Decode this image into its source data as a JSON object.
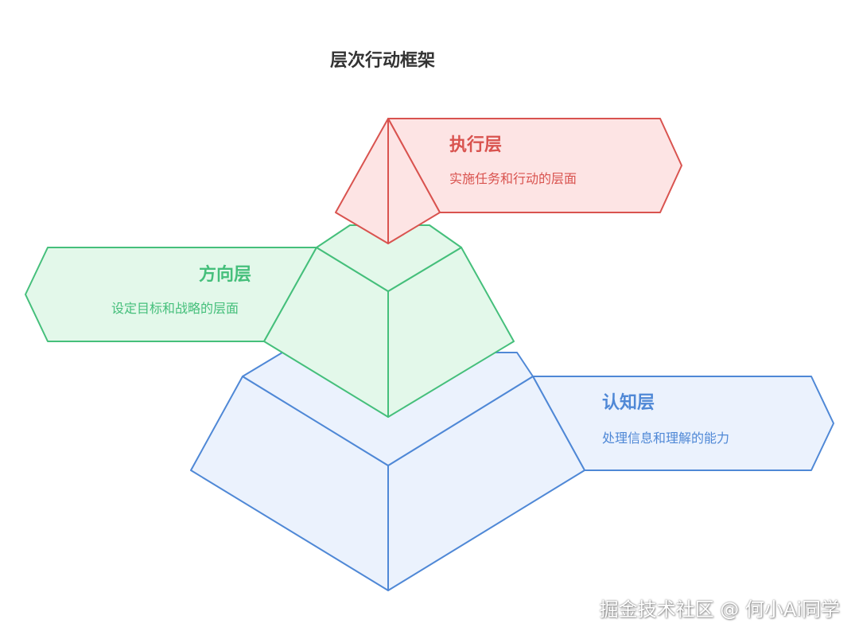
{
  "diagram": {
    "title": "层次行动框架",
    "layers": {
      "execution": {
        "title": "执行层",
        "description": "实施任务和行动的层面",
        "stroke": "#d9534f",
        "fill": "#fde4e4"
      },
      "direction": {
        "title": "方向层",
        "description": "设定目标和战略的层面",
        "stroke": "#45bf7b",
        "fill": "#e3f8ea"
      },
      "cognition": {
        "title": "认知层",
        "description": "处理信息和理解的能力",
        "stroke": "#4f88d6",
        "fill": "#ebf2fd"
      }
    }
  },
  "watermark": "掘金技术社区 @ 何小Ai同学"
}
